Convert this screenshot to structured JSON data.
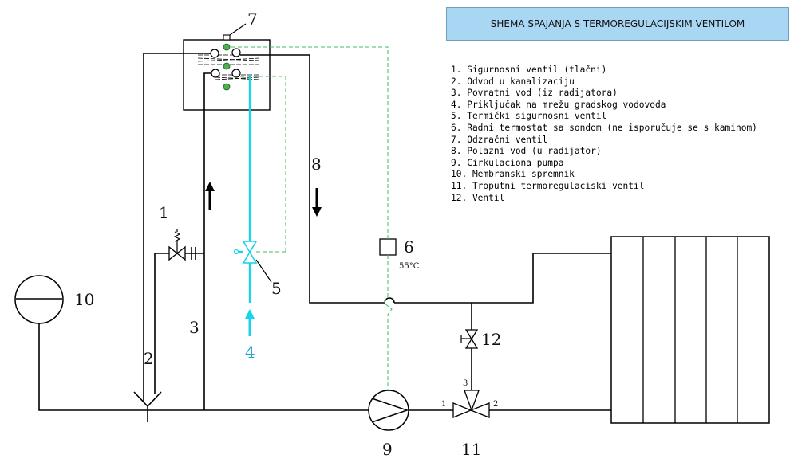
{
  "title": "SHEMA SPAJANJA S TERMOREGULACIJSKIM VENTILOM",
  "legend": [
    "1. Sigurnosni ventil (tlačni)",
    "2. Odvod u kanalizaciju",
    "3. Povratni vod (iz radijatora)",
    "4. Priključak na mrežu gradskog vodovoda",
    "5. Termički sigurnosni ventil",
    "6. Radni termostat sa sondom (ne isporučuje se s kaminom)",
    "7. Odzračni ventil",
    "8. Polazni vod (u radijator)",
    "9. Cirkulaciona pumpa",
    "10. Membranski spremnik",
    "11. Troputni termoregulaciski ventil",
    "12. Ventil"
  ],
  "labels": {
    "n1": "1",
    "n2": "2",
    "n3": "3",
    "n4": "4",
    "n5": "5",
    "n6": "6",
    "n7": "7",
    "n8": "8",
    "n9": "9",
    "n10": "10",
    "n11": "11",
    "n12": "12"
  },
  "thermostat_temp": "55°C",
  "valve_ports": {
    "p1": "1",
    "p2": "2",
    "p3": "3"
  },
  "colors": {
    "title_bg": "#a9d6f3",
    "cold_water": "#17d4e8",
    "sensor_line": "#3fbf5f"
  }
}
